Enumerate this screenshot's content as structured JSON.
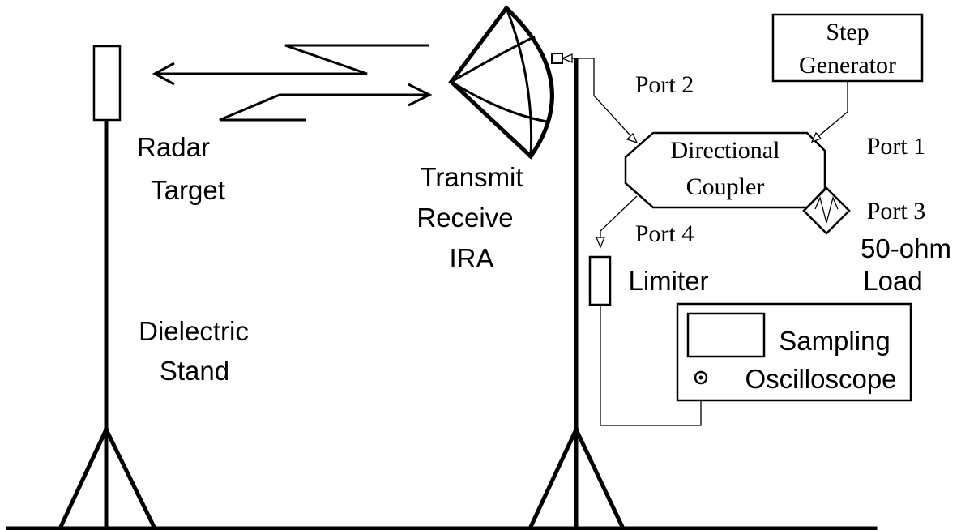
{
  "labels": {
    "step_generator": [
      "Step",
      "Generator"
    ],
    "directional_coupler": [
      "Directional",
      "Coupler"
    ],
    "port1": "Port 1",
    "port2": "Port 2",
    "port3": "Port 3",
    "port4": "Port 4",
    "load": [
      "50-ohm",
      "Load"
    ],
    "limiter": "Limiter",
    "oscilloscope": [
      "Sampling",
      "Oscilloscope"
    ],
    "radar_target": [
      "Radar",
      "Target"
    ],
    "ira": [
      "Transmit",
      "Receive",
      "IRA"
    ],
    "dielectric_stand": [
      "Dielectric",
      "Stand"
    ]
  }
}
